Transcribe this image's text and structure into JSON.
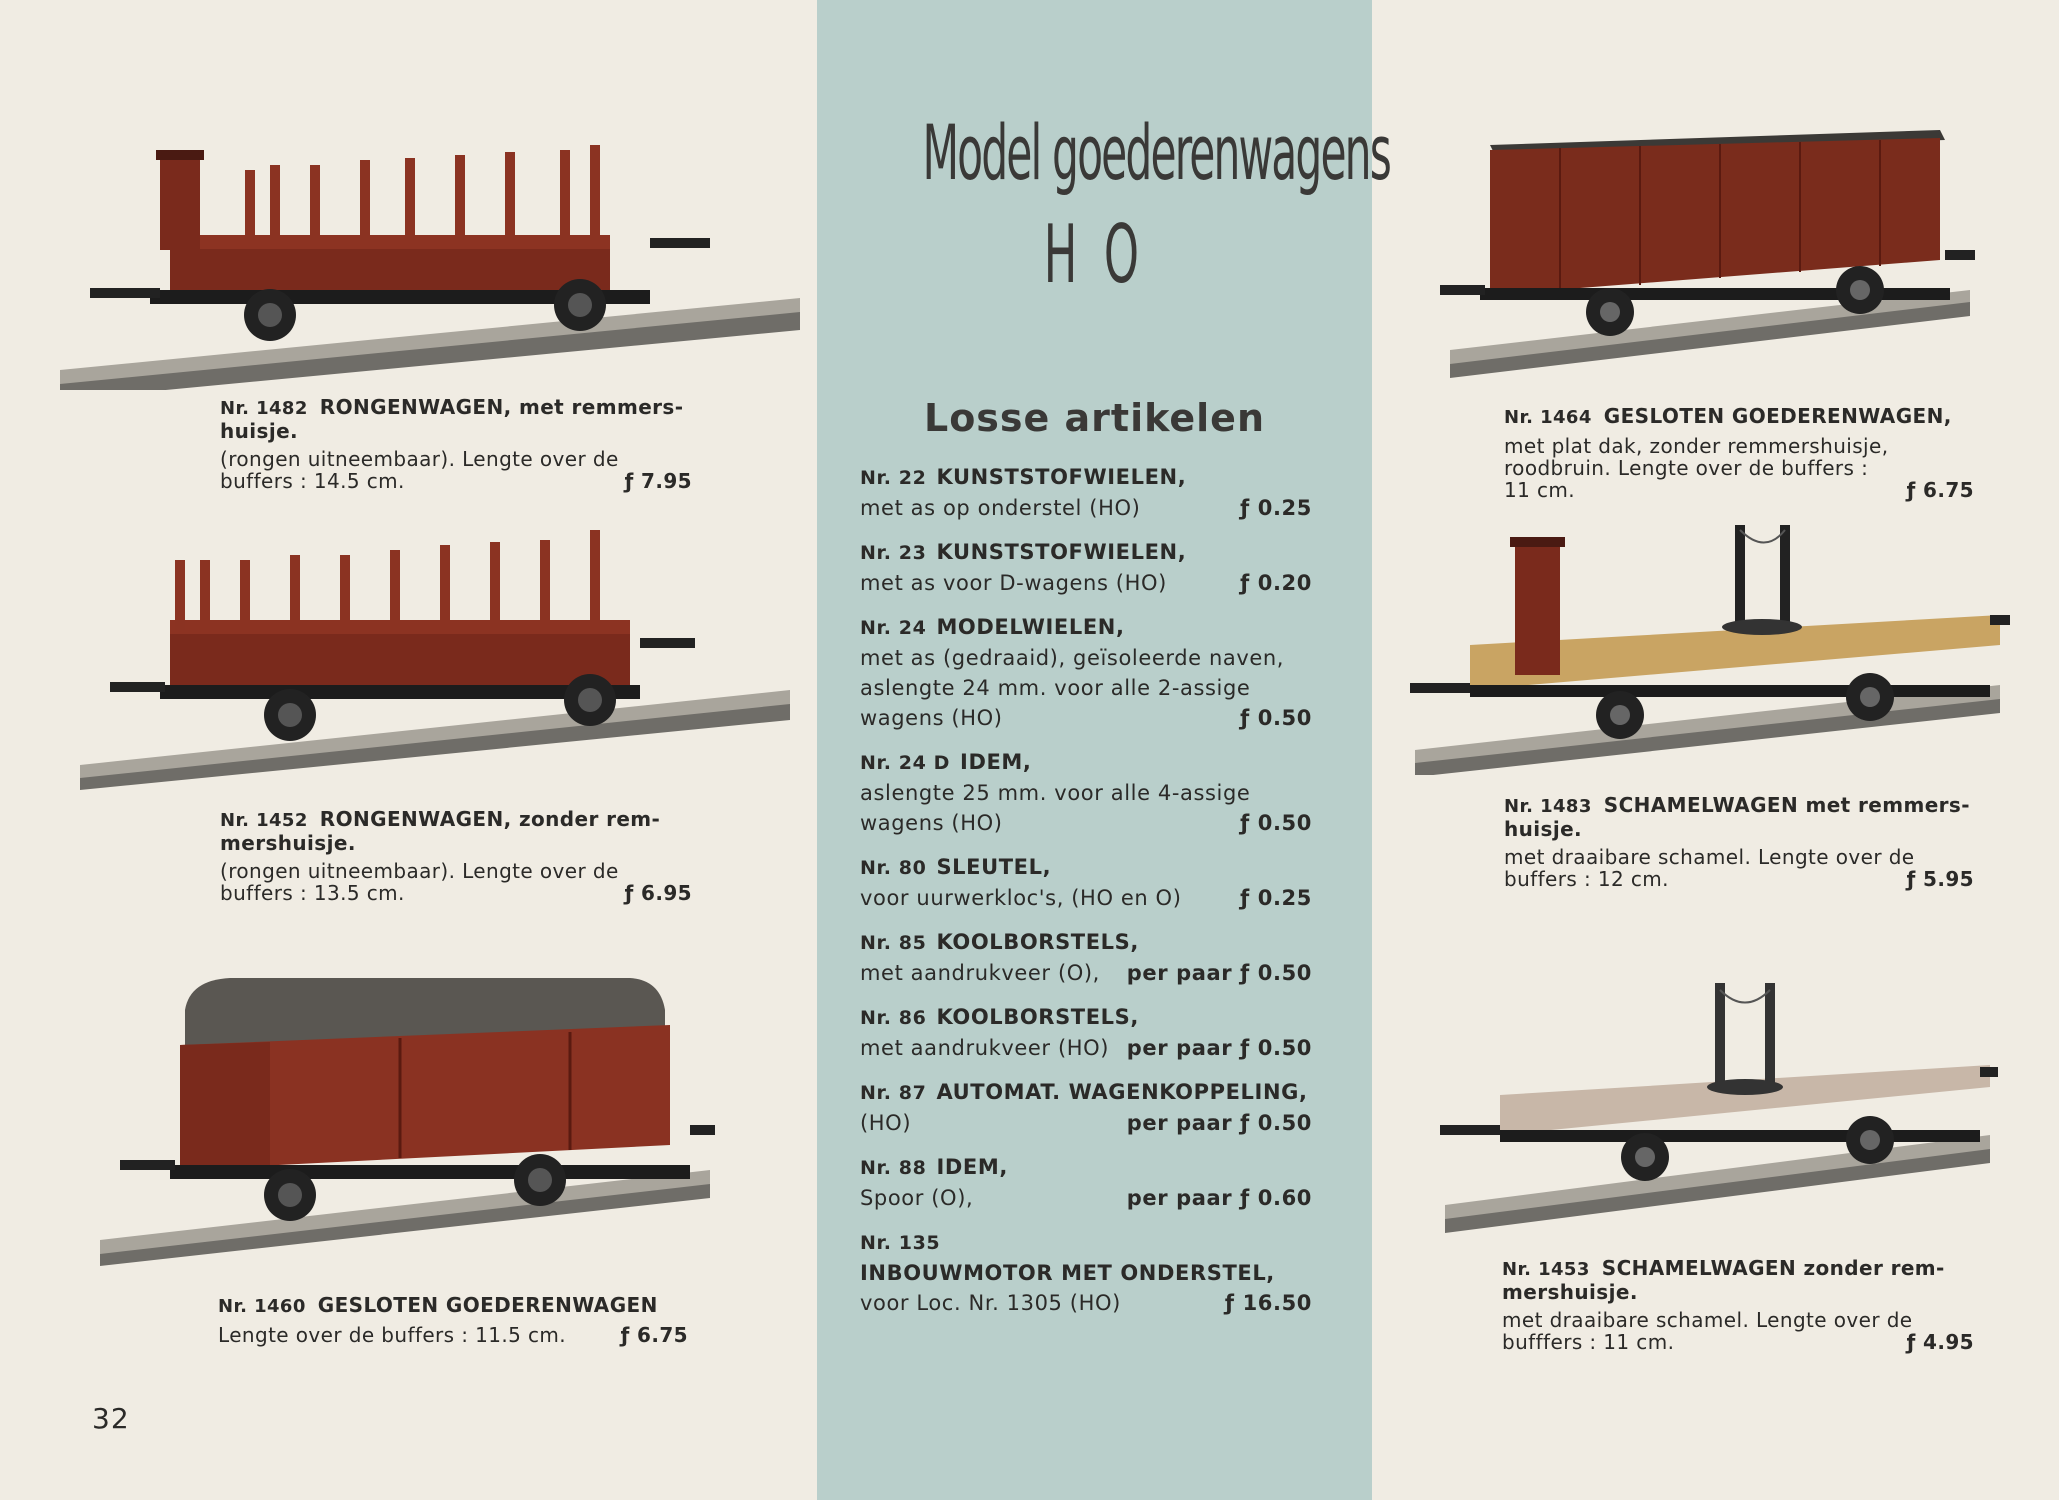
{
  "page_number": "32",
  "title_line1": "Model goederenwagens",
  "title_line2": "H O",
  "section_title": "Losse artikelen",
  "left_items": [
    {
      "nr": "Nr. 1482",
      "head": "RONGENWAGEN, met remmers-",
      "head2": "huisje.",
      "body1": "(rongen uitneembaar). Lengte over de",
      "body2": "buffers : 14.5 cm.",
      "price": "ƒ 7.95"
    },
    {
      "nr": "Nr. 1452",
      "head": "RONGENWAGEN, zonder rem-",
      "head2": "mershuisje.",
      "body1": "(rongen uitneembaar). Lengte over de",
      "body2": "buffers : 13.5 cm.",
      "price": "ƒ 6.95"
    },
    {
      "nr": "Nr. 1460",
      "head": "GESLOTEN GOEDERENWAGEN",
      "head2": "",
      "body1": "",
      "body2": "Lengte over de buffers : 11.5 cm.",
      "price": "ƒ 6.75"
    }
  ],
  "right_items": [
    {
      "nr": "Nr. 1464",
      "head": "GESLOTEN GOEDERENWAGEN,",
      "head2": "",
      "body1": "met plat dak, zonder remmershuisje,",
      "body1b": "roodbruin. Lengte over de buffers :",
      "body2": "11 cm.",
      "price": "ƒ 6.75"
    },
    {
      "nr": "Nr. 1483",
      "head": "SCHAMELWAGEN met remmers-",
      "head2": "huisje.",
      "body1": "met draaibare schamel. Lengte over de",
      "body1b": "",
      "body2": "buffers : 12 cm.",
      "price": "ƒ 5.95"
    },
    {
      "nr": "Nr. 1453",
      "head": "SCHAMELWAGEN zonder rem-",
      "head2": "mershuisje.",
      "body1": "met draaibare schamel. Lengte over de",
      "body1b": "",
      "body2": "bufffers : 11 cm.",
      "price": "ƒ 4.95"
    }
  ],
  "center_items": [
    {
      "nr": "Nr. 22",
      "head": "KUNSTSTOFWIELEN,",
      "lines": [],
      "last": "met as op onderstel (HO)",
      "price": "ƒ 0.25"
    },
    {
      "nr": "Nr. 23",
      "head": "KUNSTSTOFWIELEN,",
      "lines": [],
      "last": "met as voor D-wagens (HO)",
      "price": "ƒ 0.20"
    },
    {
      "nr": "Nr. 24",
      "head": "MODELWIELEN,",
      "lines": [
        "met as (gedraaid), geïsoleerde naven,",
        "aslengte 24 mm. voor alle 2-assige"
      ],
      "last": "wagens (HO)",
      "price": "ƒ 0.50"
    },
    {
      "nr": "Nr. 24 D",
      "head": "IDEM,",
      "lines": [
        "aslengte 25 mm. voor alle 4-assige"
      ],
      "last": "wagens (HO)",
      "price": "ƒ 0.50"
    },
    {
      "nr": "Nr. 80",
      "head": "SLEUTEL,",
      "lines": [],
      "last": "voor uurwerkloc's, (HO en O)",
      "price": "ƒ 0.25"
    },
    {
      "nr": "Nr. 85",
      "head": "KOOLBORSTELS,",
      "lines": [],
      "last": "met aandrukveer (O),",
      "price": "per paar ƒ 0.50"
    },
    {
      "nr": "Nr. 86",
      "head": "KOOLBORSTELS,",
      "lines": [],
      "last": "met aandrukveer (HO)",
      "price": "per paar ƒ 0.50"
    },
    {
      "nr": "Nr. 87",
      "head": "AUTOMAT. WAGENKOPPELING,",
      "lines": [],
      "last": "(HO)",
      "price": "per paar ƒ 0.50"
    },
    {
      "nr": "Nr. 88",
      "head": "IDEM,",
      "lines": [],
      "last": "Spoor (O),",
      "price": "per paar ƒ 0.60"
    },
    {
      "nr": "Nr. 135",
      "head": "",
      "lines": [
        "INBOUWMOTOR MET ONDERSTEL,"
      ],
      "last": "voor Loc. Nr. 1305 (HO)",
      "price": "ƒ 16.50"
    }
  ]
}
